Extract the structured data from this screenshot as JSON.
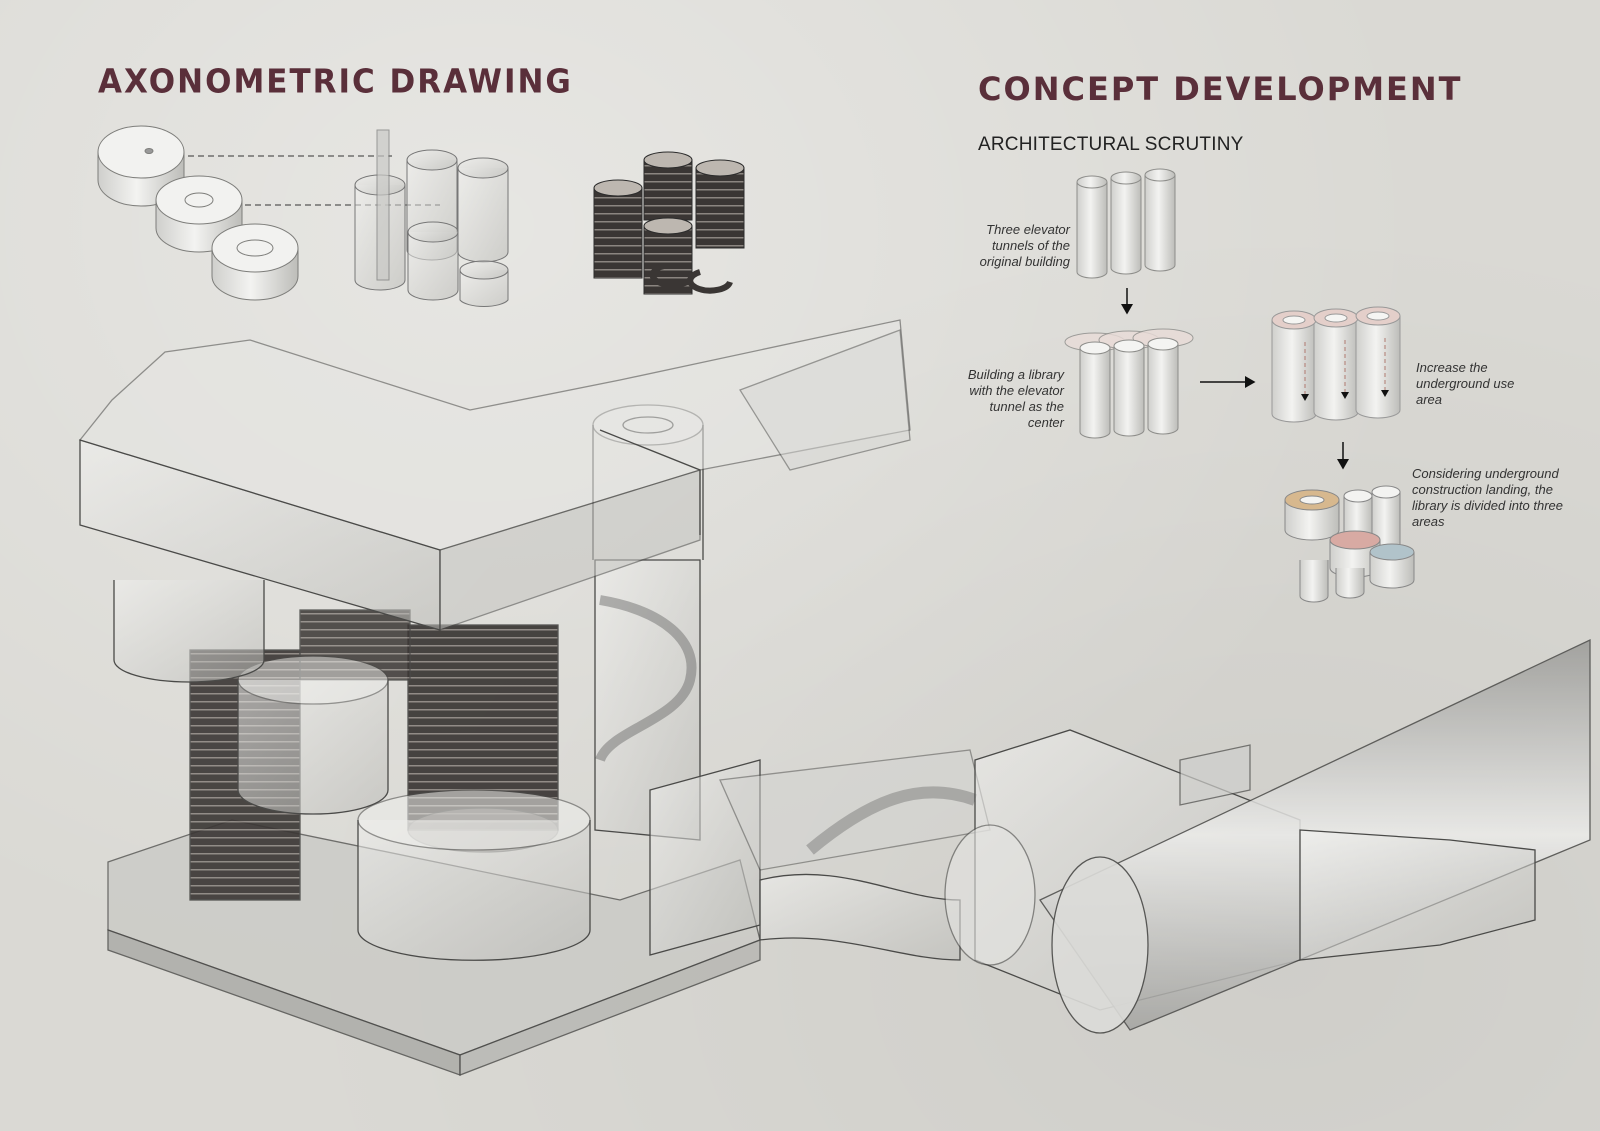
{
  "headings": {
    "axonometric": "AXONOMETRIC DRAWING",
    "concept": "CONCEPT DEVELOPMENT",
    "scrutiny": "ARCHITECTURAL SCRUTINY"
  },
  "concept_notes": [
    "Three elevator tunnels of  the original building",
    "Building a library with the elevator tunnel as the center",
    "Increase the underground use area",
    "Considering underground construction landing, the library is divided into three areas"
  ],
  "colors": {
    "title": "#5a2f3a",
    "paper": "#dad9d4",
    "line": "#3a3a3a",
    "accent_pink": "#c9a39c",
    "accent_tan": "#c8a57a",
    "accent_blue": "#a9bcc4"
  }
}
